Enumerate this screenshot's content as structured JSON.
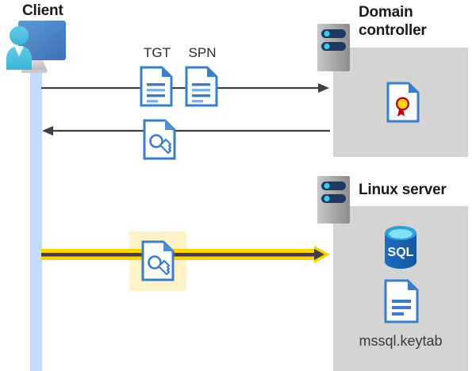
{
  "diagram": {
    "title_client": "Client",
    "title_domain_controller": "Domain\ncontroller",
    "title_domain_controller_line1": "Domain",
    "title_domain_controller_line2": "controller",
    "title_linux_server": "Linux server",
    "labels": {
      "tgt": "TGT",
      "spn": "SPN",
      "keytab_file": "mssql.keytab",
      "sql_text": "SQL"
    },
    "icons": {
      "client": "user-workstation-icon",
      "domain_controller_rack": "server-rack-icon",
      "linux_rack": "server-rack-icon",
      "tgt_document": "document-icon",
      "spn_document": "document-icon",
      "ticket_document": "key-document-icon",
      "key_document": "key-document-icon",
      "certificate": "certificate-document-icon",
      "sql_database": "sql-database-icon",
      "keytab_document": "document-icon"
    },
    "arrows": [
      {
        "name": "client-to-dc-request",
        "direction": "right",
        "color": "#3f3f46",
        "style": "thin",
        "from": "Client",
        "to": "Domain controller",
        "carries": [
          "TGT",
          "SPN"
        ]
      },
      {
        "name": "dc-to-client-response",
        "direction": "left",
        "color": "#3f3f46",
        "style": "thin",
        "from": "Domain controller",
        "to": "Client",
        "carries": [
          "service ticket"
        ]
      },
      {
        "name": "client-to-linux-auth",
        "direction": "right",
        "color": "#ffd100",
        "style": "thick-highlight",
        "from": "Client",
        "to": "Linux server",
        "carries": [
          "service ticket"
        ]
      }
    ],
    "colors": {
      "server_box": "#d4d4d4",
      "lifeline": "#c3daf8",
      "highlight": "#fdf2c8",
      "arrow_dark": "#3f3f46",
      "arrow_yellow": "#ffd100",
      "doc_blue": "#3a7dc9",
      "sql_blue": "#1b6ec2",
      "title_text": "#1b1b1b",
      "label_text": "#3b3b3b"
    }
  }
}
